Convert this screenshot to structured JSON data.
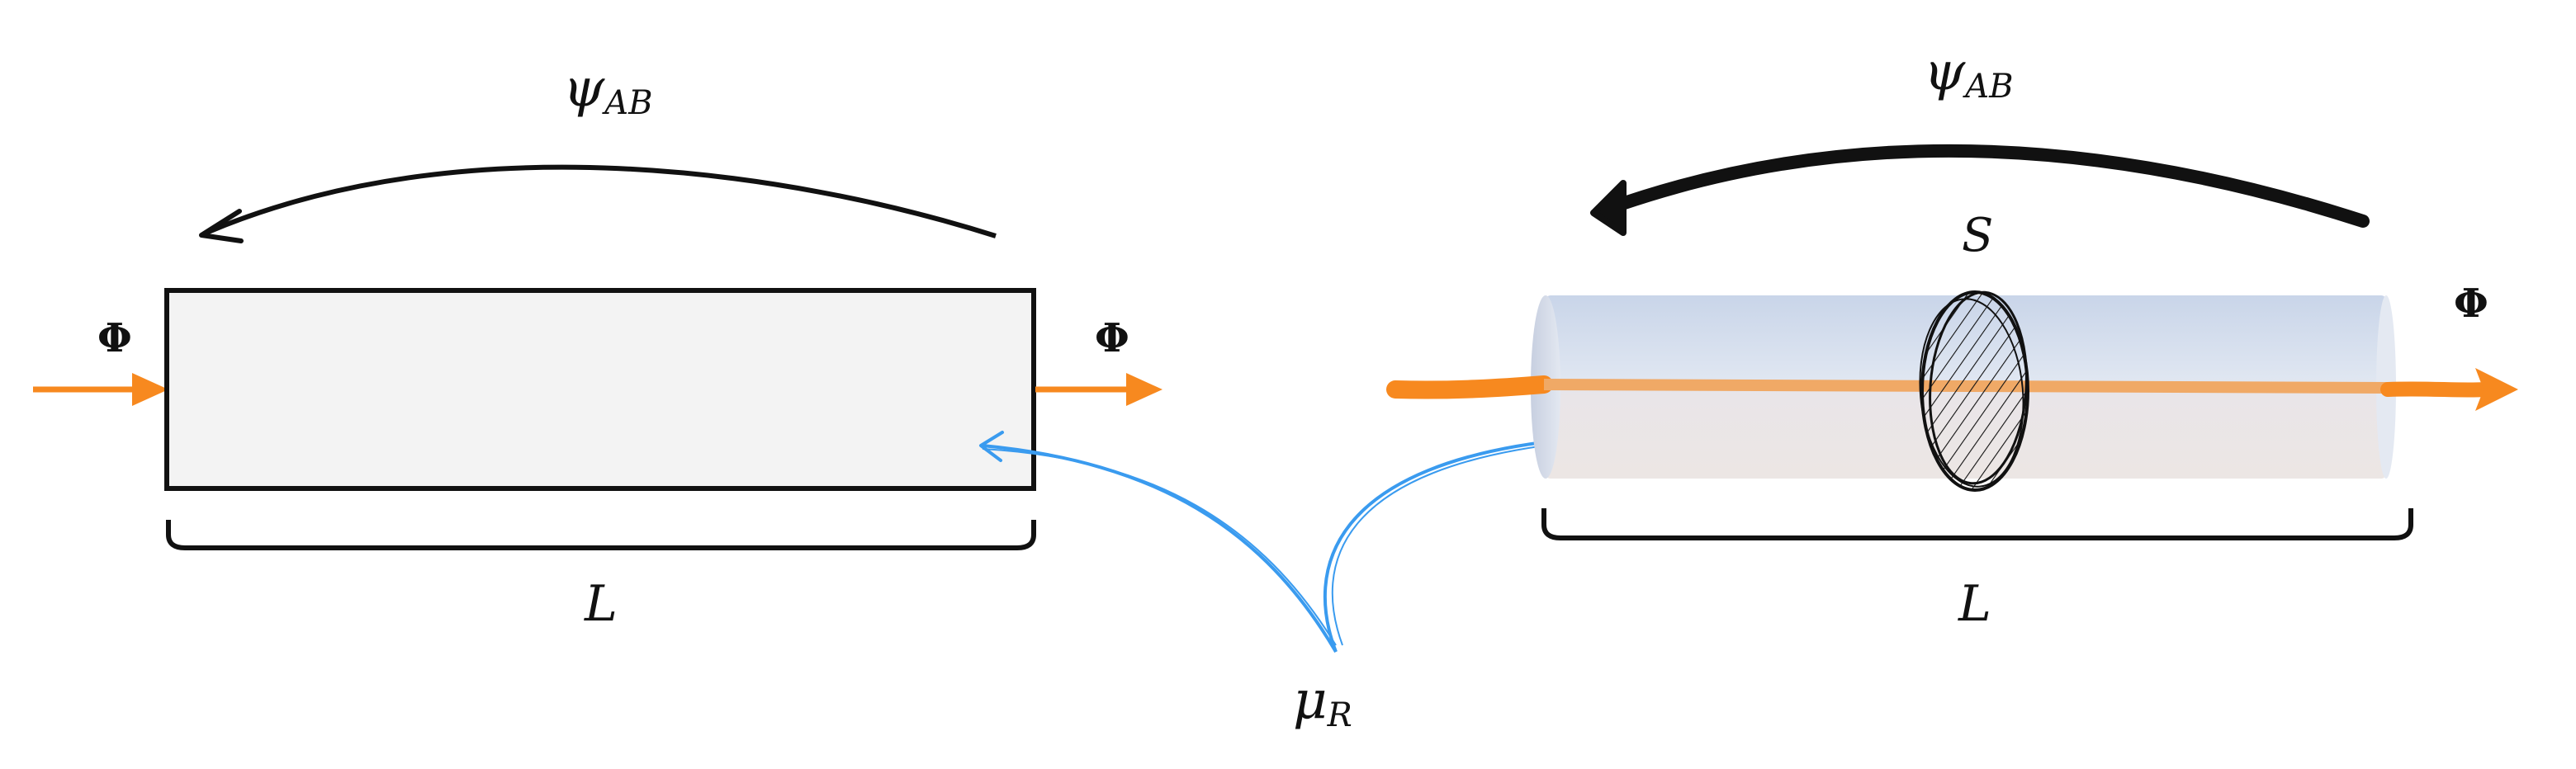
{
  "left": {
    "psi_label": "ψ",
    "psi_sub": "AB",
    "phi_in_label": "Φ",
    "phi_out_label": "Φ",
    "length_label": "L"
  },
  "right": {
    "psi_label": "ψ",
    "psi_sub": "AB",
    "section_label": "S",
    "phi_label": "Φ",
    "length_label": "L"
  },
  "permeability": {
    "mu_label": "μ",
    "mu_sub": "R"
  },
  "colors": {
    "flux": "#f7891f",
    "pointer": "#3a9bef",
    "ink": "#111111",
    "block_fill": "#f3f3f3"
  }
}
